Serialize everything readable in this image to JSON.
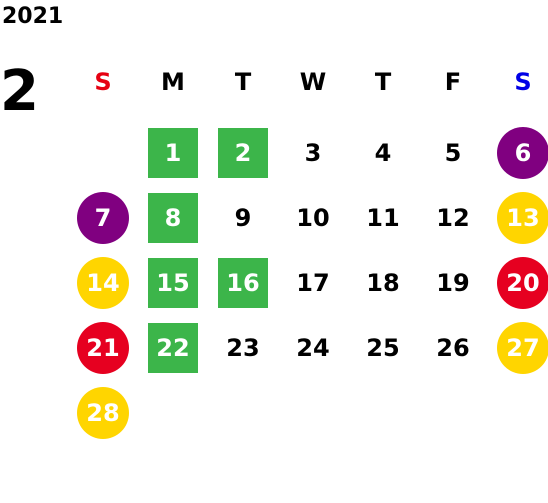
{
  "year": "2021",
  "month": "2",
  "weekdays": [
    {
      "label": "S",
      "color": "#e60012"
    },
    {
      "label": "M",
      "color": "#000000"
    },
    {
      "label": "T",
      "color": "#000000"
    },
    {
      "label": "W",
      "color": "#000000"
    },
    {
      "label": "T",
      "color": "#000000"
    },
    {
      "label": "F",
      "color": "#000000"
    },
    {
      "label": "S",
      "color": "#0000e6"
    }
  ],
  "colors": {
    "green": "#3cb54a",
    "purple": "#800080",
    "yellow": "#ffd500",
    "red": "#e60020"
  },
  "days": [
    {
      "day": "1",
      "col": 1,
      "row": 0,
      "style": "square",
      "color": "green"
    },
    {
      "day": "2",
      "col": 2,
      "row": 0,
      "style": "square",
      "color": "green"
    },
    {
      "day": "3",
      "col": 3,
      "row": 0
    },
    {
      "day": "4",
      "col": 4,
      "row": 0
    },
    {
      "day": "5",
      "col": 5,
      "row": 0
    },
    {
      "day": "6",
      "col": 6,
      "row": 0,
      "style": "circle",
      "color": "purple"
    },
    {
      "day": "7",
      "col": 0,
      "row": 1,
      "style": "circle",
      "color": "purple"
    },
    {
      "day": "8",
      "col": 1,
      "row": 1,
      "style": "square",
      "color": "green"
    },
    {
      "day": "9",
      "col": 2,
      "row": 1
    },
    {
      "day": "10",
      "col": 3,
      "row": 1
    },
    {
      "day": "11",
      "col": 4,
      "row": 1
    },
    {
      "day": "12",
      "col": 5,
      "row": 1
    },
    {
      "day": "13",
      "col": 6,
      "row": 1,
      "style": "circle",
      "color": "yellow"
    },
    {
      "day": "14",
      "col": 0,
      "row": 2,
      "style": "circle",
      "color": "yellow"
    },
    {
      "day": "15",
      "col": 1,
      "row": 2,
      "style": "square",
      "color": "green"
    },
    {
      "day": "16",
      "col": 2,
      "row": 2,
      "style": "square",
      "color": "green"
    },
    {
      "day": "17",
      "col": 3,
      "row": 2
    },
    {
      "day": "18",
      "col": 4,
      "row": 2
    },
    {
      "day": "19",
      "col": 5,
      "row": 2
    },
    {
      "day": "20",
      "col": 6,
      "row": 2,
      "style": "circle",
      "color": "red"
    },
    {
      "day": "21",
      "col": 0,
      "row": 3,
      "style": "circle",
      "color": "red"
    },
    {
      "day": "22",
      "col": 1,
      "row": 3,
      "style": "square",
      "color": "green"
    },
    {
      "day": "23",
      "col": 2,
      "row": 3
    },
    {
      "day": "24",
      "col": 3,
      "row": 3
    },
    {
      "day": "25",
      "col": 4,
      "row": 3
    },
    {
      "day": "26",
      "col": 5,
      "row": 3
    },
    {
      "day": "27",
      "col": 6,
      "row": 3,
      "style": "circle",
      "color": "yellow"
    },
    {
      "day": "28",
      "col": 0,
      "row": 4,
      "style": "circle",
      "color": "yellow"
    }
  ]
}
